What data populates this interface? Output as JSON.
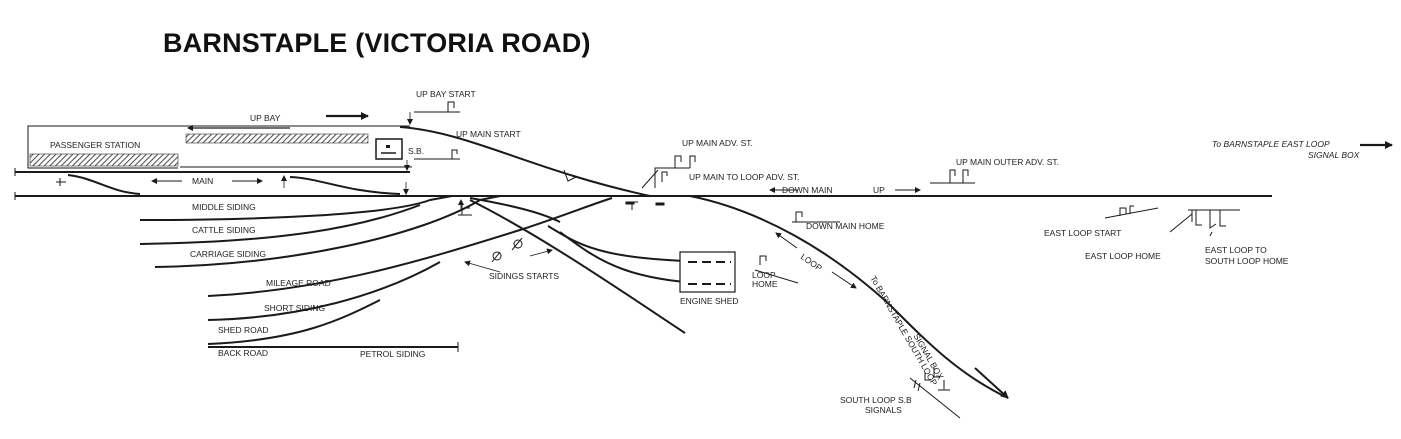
{
  "title": "BARNSTAPLE (VICTORIA ROAD)",
  "labels": {
    "passenger_station": "PASSENGER STATION",
    "signal_box": "S.B.",
    "up_bay": "UP BAY",
    "up_bay_start": "UP BAY START",
    "up_main_start": "UP MAIN START",
    "main": "MAIN",
    "middle_siding": "MIDDLE SIDING",
    "cattle_siding": "CATTLE SIDING",
    "carriage_siding": "CARRIAGE SIDING",
    "mileage_road": "MILEAGE ROAD",
    "short_siding": "SHORT SIDING",
    "shed_road": "SHED ROAD",
    "back_road": "BACK ROAD",
    "petrol_siding": "PETROL SIDING",
    "sidings_starts": "SIDINGS STARTS",
    "engine_shed": "ENGINE SHED",
    "up_main_adv_st": "UP MAIN ADV. ST.",
    "up_main_to_loop_adv_st": "UP  MAIN TO  LOOP ADV. ST.",
    "down_main": "DOWN MAIN",
    "up": "UP",
    "down_main_home": "DOWN MAIN HOME",
    "up_main_outer_adv_st": "UP MAIN OUTER ADV. ST.",
    "loop": "LOOP",
    "loop_home_1": "LOOP",
    "loop_home_2": "HOME",
    "to_south_1": "To BARNSTAPLE SOUTH LOOP",
    "to_south_2": "SIGNAL BOX",
    "south_loop_sb_1": "SOUTH LOOP S.B",
    "south_loop_sb_2": "SIGNALS",
    "to_east_1": "To BARNSTAPLE EAST LOOP",
    "to_east_2": "SIGNAL BOX",
    "east_loop_start": "EAST LOOP START",
    "east_loop_home": "EAST LOOP HOME",
    "east_loop_to_1": "EAST LOOP TO",
    "east_loop_to_2": "SOUTH LOOP HOME"
  }
}
